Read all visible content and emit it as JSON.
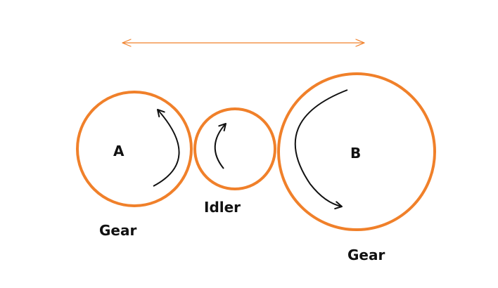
{
  "colors": {
    "gear_stroke": "#f0802a",
    "arrow_stroke": "#111111",
    "background": "#ffffff"
  },
  "labels": {
    "gear_a_letter": "A",
    "gear_b_letter": "B",
    "idler": "Idler",
    "gear_a_caption": "Gear",
    "gear_b_caption": "Gear"
  }
}
